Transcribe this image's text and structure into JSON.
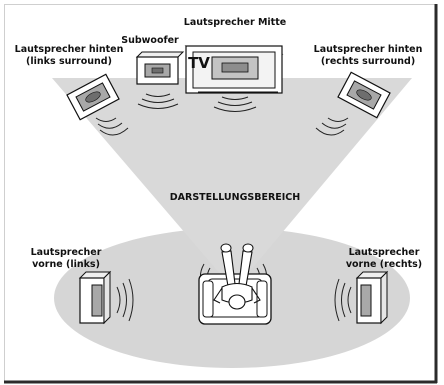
{
  "labels": {
    "rear_left": {
      "line1": "Lautsprecher hinten",
      "line2": "(links surround)"
    },
    "subwoofer": "Subwoofer",
    "center": "Lautsprecher Mitte",
    "rear_right": {
      "line1": "Lautsprecher hinten",
      "line2": "(rechts surround)"
    },
    "display_area": "DARSTELLUNGSBEREICH",
    "front_left": {
      "line1": "Lautsprecher",
      "line2": "vorne (links)"
    },
    "front_right": {
      "line1": "Lautsprecher",
      "line2": "vorne (rechts)"
    }
  },
  "tv_label": "TV",
  "colors": {
    "cone": "#dcdcdc",
    "floor": "#d6d6d6",
    "speaker_face": "#a8a8a8",
    "speaker_side": "#e6e6e6",
    "stroke": "#111111",
    "frame": "#2b2b2b"
  }
}
